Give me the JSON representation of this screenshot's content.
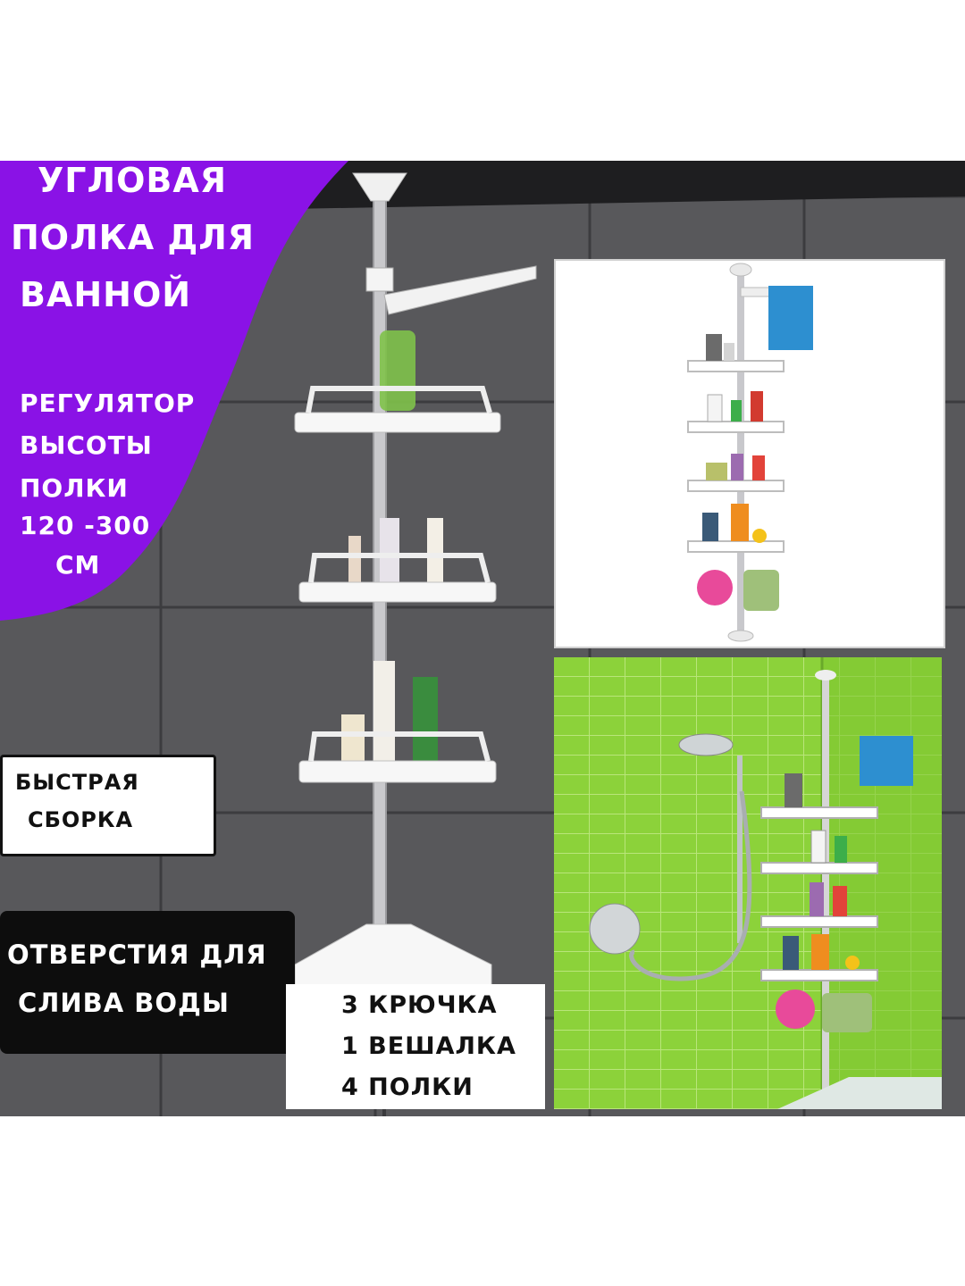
{
  "title": {
    "lines": [
      "УГЛОВАЯ",
      "ПОЛКА ДЛЯ",
      "ВАННОЙ"
    ]
  },
  "height_regulator": {
    "lines": [
      "РЕГУЛЯТОР",
      "ВЫСОТЫ",
      "ПОЛКИ",
      "120 -300",
      "СМ"
    ]
  },
  "quick_assembly": {
    "lines": [
      "БЫСТРАЯ",
      "СБОРКА"
    ]
  },
  "drain_holes": {
    "lines": [
      "ОТВЕРСТИЯ ДЛЯ",
      "СЛИВА ВОДЫ"
    ]
  },
  "contents": {
    "lines": [
      "3 КРЮЧКА",
      "1 ВЕШАЛКА",
      "4 ПОЛКИ"
    ]
  },
  "colors": {
    "accent_purple": "#8a12e6",
    "tile_gray": "#4f4f52",
    "bathroom_green": "#8cd23a",
    "towel_blue": "#2d8fd0"
  }
}
